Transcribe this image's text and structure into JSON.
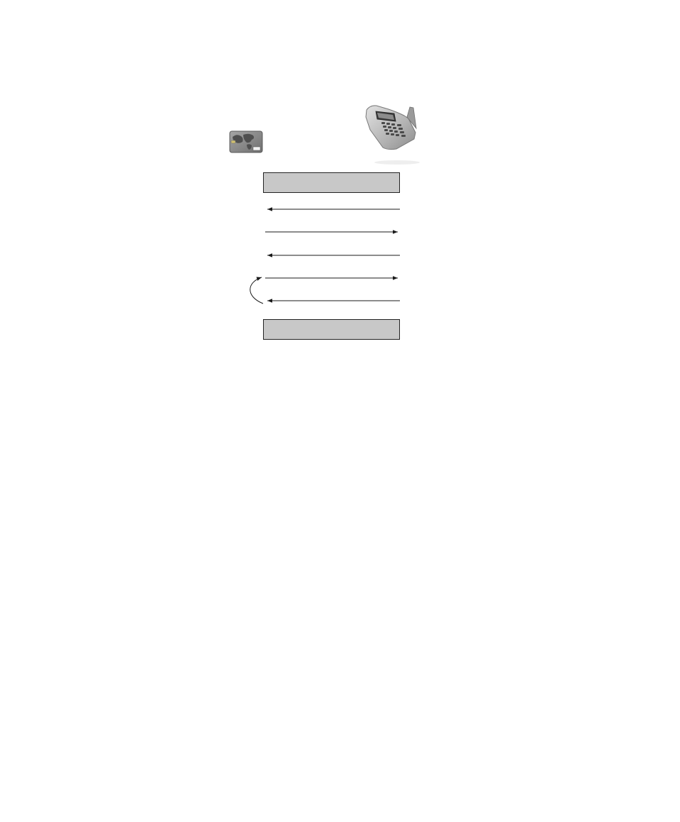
{
  "diagram": {
    "type": "sequence-diagram",
    "participants": [
      {
        "id": "card",
        "icon": "payment-card-icon",
        "label": ""
      },
      {
        "id": "terminal",
        "icon": "card-terminal-icon",
        "label": ""
      }
    ],
    "phases": [
      {
        "id": "start-phase",
        "label": ""
      },
      {
        "id": "end-phase",
        "label": ""
      }
    ],
    "messages": [
      {
        "from": "terminal",
        "to": "card",
        "label": ""
      },
      {
        "from": "card",
        "to": "terminal",
        "label": ""
      },
      {
        "from": "terminal",
        "to": "card",
        "label": ""
      },
      {
        "from": "card",
        "to": "terminal",
        "label": ""
      },
      {
        "from": "terminal",
        "to": "card",
        "label": ""
      }
    ],
    "loop": {
      "spans_messages": [
        4,
        5
      ],
      "label": ""
    },
    "colors": {
      "box_fill": "#c8c8c8",
      "line": "#1a1a1a",
      "card_body": "#8a8a8a",
      "terminal_body": "#b4b4b4"
    }
  }
}
